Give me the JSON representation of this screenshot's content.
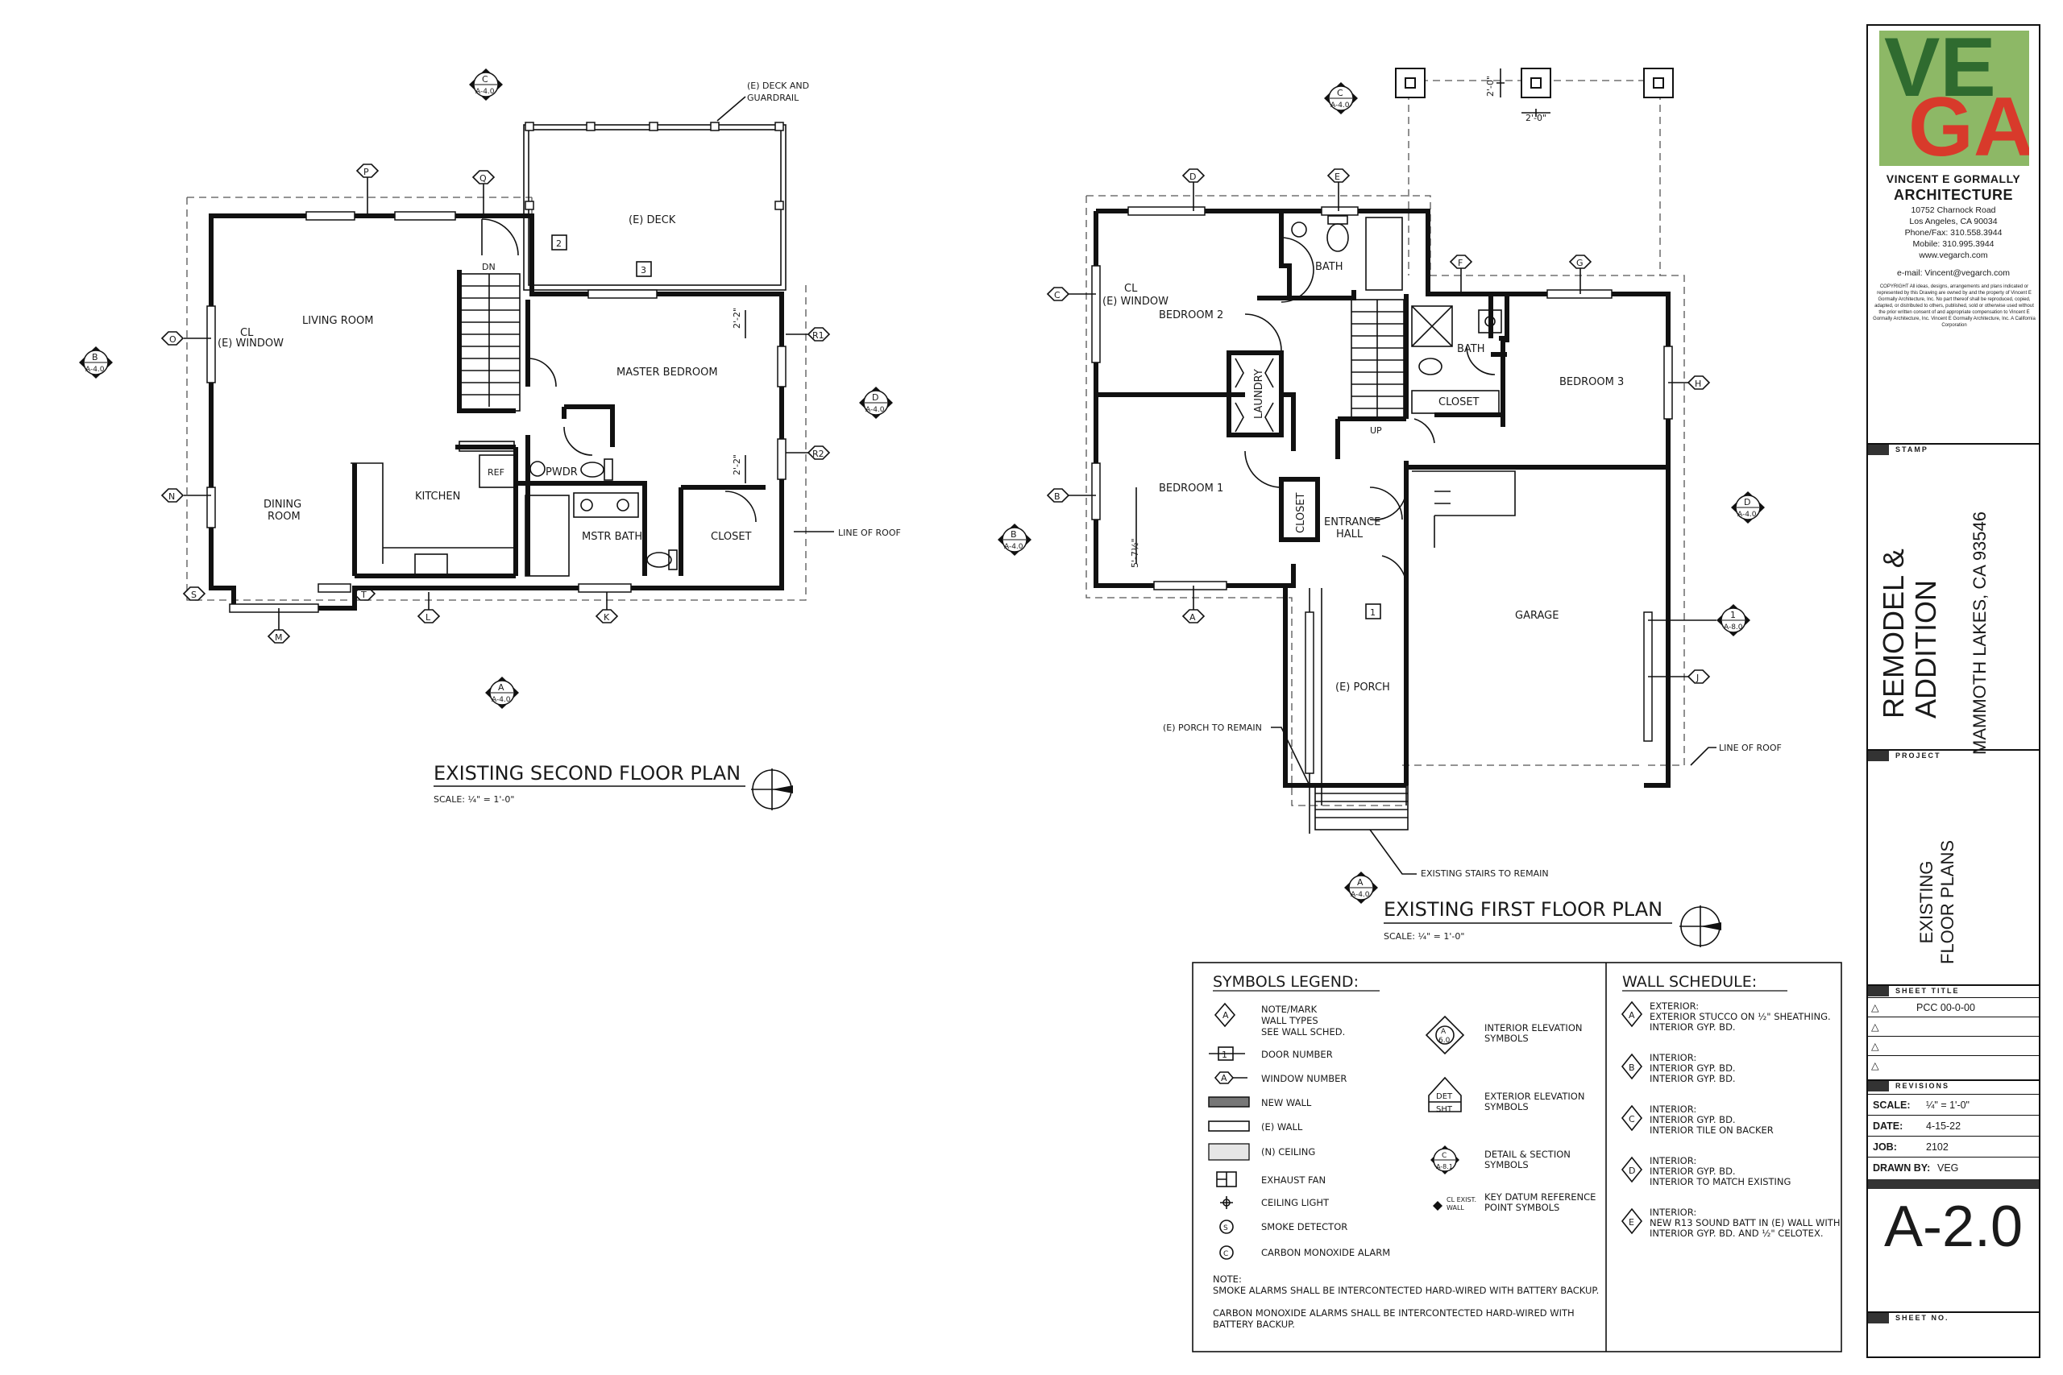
{
  "title_block": {
    "logo_text_top": "VE",
    "logo_text_bottom": "GA",
    "firm_line1": "VINCENT E GORMALLY",
    "firm_line2": "ARCHITECTURE",
    "address_lines": [
      "10752 Charnock Road",
      "Los Angeles, CA 90034",
      "Phone/Fax: 310.558.3944",
      "Mobile: 310.995.3944",
      "www.vegarch.com"
    ],
    "email": "e-mail: Vincent@vegarch.com",
    "copyright": "COPYRIGHT All ideas, designs, arrangements and plans indicated or represented by this Drawing are owned by and the property of Vincent E Gormally Architecture, Inc. No part thereof shall be reproduced, copied, adapted, or distributed to others, published, sold or otherwise used without the prior written consent of and appropriate compensation to Vincent E Gormally Architecture, Inc. Vincent E Gormally Architecture, Inc. A California Corporation",
    "stamp_label": "STAMP",
    "project_line1": "REMODEL &",
    "project_line2": "ADDITION",
    "project_location": "MAMMOTH LAKES, CA 93546",
    "project_label": "PROJECT",
    "sheet_title_line1": "EXISTING",
    "sheet_title_line2": "FLOOR PLANS",
    "sheet_title_label": "SHEET TITLE",
    "revision_1": "PCC 00-0-00",
    "revisions_label": "REVISIONS",
    "scale_key": "SCALE:",
    "scale_val": "¼\" = 1'-0\"",
    "date_key": "DATE:",
    "date_val": "4-15-22",
    "job_key": "JOB:",
    "job_val": "2102",
    "drawn_key": "DRAWN BY:",
    "drawn_val": "VEG",
    "sheet_no": "A-2.0",
    "sheet_no_label": "SHEET NO."
  },
  "second_floor": {
    "title": "EXISTING SECOND FLOOR PLAN",
    "scale": "SCALE: ¼\" = 1'-0\"",
    "rooms": {
      "living": "LIVING ROOM",
      "dining1": "DINING",
      "dining2": "ROOM",
      "kitchen": "KITCHEN",
      "master": "MASTER BEDROOM",
      "pwdr": "PWDR",
      "mstr_bath": "MSTR BATH",
      "closet": "CLOSET",
      "deck": "(E) DECK",
      "ref": "REF",
      "dn": "DN"
    },
    "notes": {
      "deck_guard1": "(E) DECK AND",
      "deck_guard2": "GUARDRAIL",
      "line_of_roof": "LINE OF ROOF",
      "cl": "CL",
      "window": "(E) WINDOW",
      "dim1": "2'-2\"",
      "dim2": "2'-2\""
    },
    "tags": {
      "P": "P",
      "Q": "Q",
      "O": "O",
      "N": "N",
      "S": "S",
      "M": "M",
      "L": "L",
      "T": "T",
      "K": "K",
      "R1": "R1",
      "R2": "R2",
      "door2": "2",
      "door3": "3"
    },
    "sections": {
      "top_letter": "C",
      "top_sheet": "A-4.0",
      "left_letter": "B",
      "left_sheet": "A-4.0",
      "right_letter": "D",
      "right_sheet": "A-4.0",
      "bottom_letter": "A",
      "bottom_sheet": "A-4.0"
    }
  },
  "first_floor": {
    "title": "EXISTING FIRST FLOOR PLAN",
    "scale": "SCALE: ¼\" = 1'-0\"",
    "rooms": {
      "bedroom2": "BEDROOM 2",
      "bedroom1": "BEDROOM 1",
      "bedroom3": "BEDROOM 3",
      "bath1": "BATH",
      "bath2": "BATH",
      "laundry": "LAUNDRY",
      "closet1": "CLOSET",
      "closet2": "CLOSET",
      "entrance1": "ENTRANCE",
      "entrance2": "HALL",
      "garage": "GARAGE",
      "porch": "(E) PORCH",
      "up": "UP"
    },
    "notes": {
      "cl": "CL",
      "window": "(E) WINDOW",
      "porch_remain": "(E) PORCH TO REMAIN",
      "stairs_remain": "EXISTING STAIRS TO REMAIN",
      "line_of_roof": "LINE OF ROOF",
      "dim_post1": "2'-0\"",
      "dim_post2": "2'-0\"",
      "dim_bed": "5'-7½\""
    },
    "tags": {
      "D": "D",
      "E": "E",
      "C": "C",
      "F": "F",
      "G": "G",
      "H": "H",
      "B": "B",
      "A": "A",
      "J": "J",
      "door1": "1"
    },
    "sections": {
      "top_letter": "C",
      "top_sheet": "A-4.0",
      "left_letter": "B",
      "left_sheet": "A-4.0",
      "right_letter": "D",
      "right_sheet": "A-4.0",
      "bottom_letter": "A",
      "bottom_sheet": "A-4.0",
      "det_letter": "1",
      "det_sheet": "A-8.0"
    }
  },
  "symbols_legend": {
    "title": "SYMBOLS LEGEND:",
    "items": {
      "note1": "NOTE/MARK",
      "note2": "WALL TYPES",
      "note3": "SEE WALL SCHED.",
      "door": "DOOR NUMBER",
      "window": "WINDOW NUMBER",
      "new_wall": "NEW  WALL",
      "e_wall": "(E)  WALL",
      "n_ceiling": "(N) CEILING",
      "exhaust": "EXHAUST FAN",
      "ceiling_light": "CEILING LIGHT",
      "smoke": "SMOKE DETECTOR",
      "co": "CARBON MONOXIDE ALARM",
      "int_elev1": "INTERIOR ELEVATION",
      "int_elev2": "SYMBOLS",
      "ext_elev1": "EXTERIOR ELEVATION",
      "ext_elev2": "SYMBOLS",
      "detail1": "DETAIL & SECTION",
      "detail2": "SYMBOLS",
      "datum1": "KEY DATUM REFERENCE",
      "datum2": "POINT SYMBOLS",
      "datum_tag1": "CL EXIST.",
      "datum_tag2": "WALL",
      "det": "DET",
      "sht": "SHT",
      "ie_num": "6.0"
    },
    "note_label": "NOTE:",
    "note1a": "SMOKE ALARMS SHALL BE INTERCONTECTED HARD-WIRED WITH BATTERY BACKUP.",
    "note2a": "CARBON MONOXIDE ALARMS SHALL BE INTERCONTECTED HARD-WIRED WITH",
    "note2b": "BATTERY BACKUP."
  },
  "wall_schedule": {
    "title": "WALL  SCHEDULE:",
    "A": [
      "EXTERIOR:",
      "EXTERIOR STUCCO ON ½\" SHEATHING.",
      "INTERIOR GYP. BD."
    ],
    "B": [
      "INTERIOR:",
      "INTERIOR GYP. BD.",
      "INTERIOR GYP. BD."
    ],
    "C": [
      "INTERIOR:",
      "INTERIOR GYP. BD.",
      "INTERIOR TILE ON BACKER"
    ],
    "D": [
      "INTERIOR:",
      "INTERIOR GYP. BD.",
      "INTERIOR TO MATCH EXISTING"
    ],
    "E": [
      "INTERIOR:",
      "NEW R13 SOUND BATT IN (E) WALL WITH",
      "INTERIOR GYP. BD. AND ½\" CELOTEX."
    ]
  }
}
